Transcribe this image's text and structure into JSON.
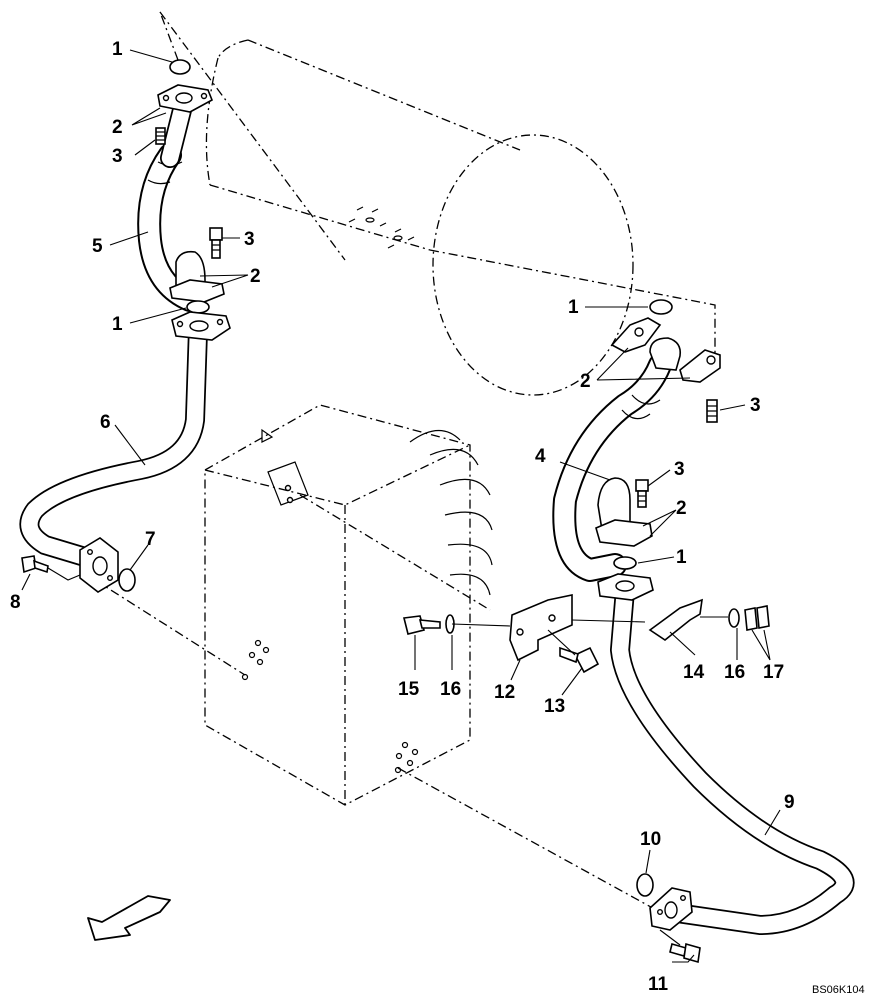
{
  "diagram": {
    "drawing_code": "BS06K104",
    "callouts": [
      {
        "id": "c1a",
        "text": "1"
      },
      {
        "id": "c2a",
        "text": "2"
      },
      {
        "id": "c3a",
        "text": "3"
      },
      {
        "id": "c5",
        "text": "5"
      },
      {
        "id": "c3b",
        "text": "3"
      },
      {
        "id": "c2b",
        "text": "2"
      },
      {
        "id": "c1b",
        "text": "1"
      },
      {
        "id": "c6",
        "text": "6"
      },
      {
        "id": "c7",
        "text": "7"
      },
      {
        "id": "c8",
        "text": "8"
      },
      {
        "id": "c1c",
        "text": "1"
      },
      {
        "id": "c2c",
        "text": "2"
      },
      {
        "id": "c3c",
        "text": "3"
      },
      {
        "id": "c4",
        "text": "4"
      },
      {
        "id": "c3d",
        "text": "3"
      },
      {
        "id": "c2d",
        "text": "2"
      },
      {
        "id": "c1d",
        "text": "1"
      },
      {
        "id": "c15",
        "text": "15"
      },
      {
        "id": "c16a",
        "text": "16"
      },
      {
        "id": "c12",
        "text": "12"
      },
      {
        "id": "c13",
        "text": "13"
      },
      {
        "id": "c14",
        "text": "14"
      },
      {
        "id": "c16b",
        "text": "16"
      },
      {
        "id": "c17",
        "text": "17"
      },
      {
        "id": "c9",
        "text": "9"
      },
      {
        "id": "c10",
        "text": "10"
      },
      {
        "id": "c11",
        "text": "11"
      }
    ]
  }
}
